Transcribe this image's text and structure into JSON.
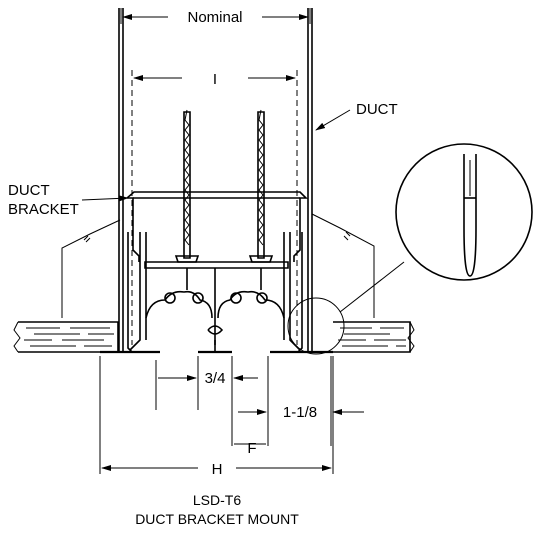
{
  "labels": {
    "nominal": "Nominal",
    "inner": "I",
    "duct": "DUCT",
    "duct_bracket_line1": "DUCT",
    "duct_bracket_line2": "BRACKET",
    "dim_3_4": "3/4",
    "dim_1_1_8": "1-1/8",
    "dim_f": "F",
    "dim_h": "H",
    "caption_model": "LSD-T6",
    "caption_title": "DUCT BRACKET MOUNT"
  }
}
